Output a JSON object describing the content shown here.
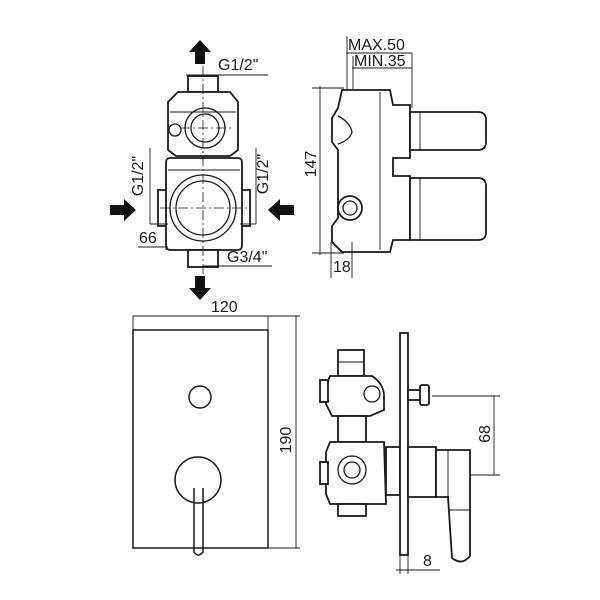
{
  "top_view": {
    "outlet_top_label": "G1/2\"",
    "inlet_left_label": "G1/2\"",
    "inlet_right_label": "G1/2\"",
    "offset_dim": "66",
    "outlet_bottom_label": "G3/4\""
  },
  "side_view": {
    "max_depth": "MAX.50",
    "min_depth": "MIN.35",
    "height_dim": "147",
    "pipe_dim": "18"
  },
  "plate_view": {
    "width_dim": "120",
    "height_dim": "190"
  },
  "plate_side_view": {
    "lever_offset_dim": "68",
    "plate_thickness_dim": "8"
  },
  "colors": {
    "line": "#1a1a1a",
    "background": "#ffffff"
  },
  "icons": [
    "arrow-up-icon",
    "arrow-down-icon",
    "arrow-right-icon",
    "arrow-left-icon"
  ]
}
